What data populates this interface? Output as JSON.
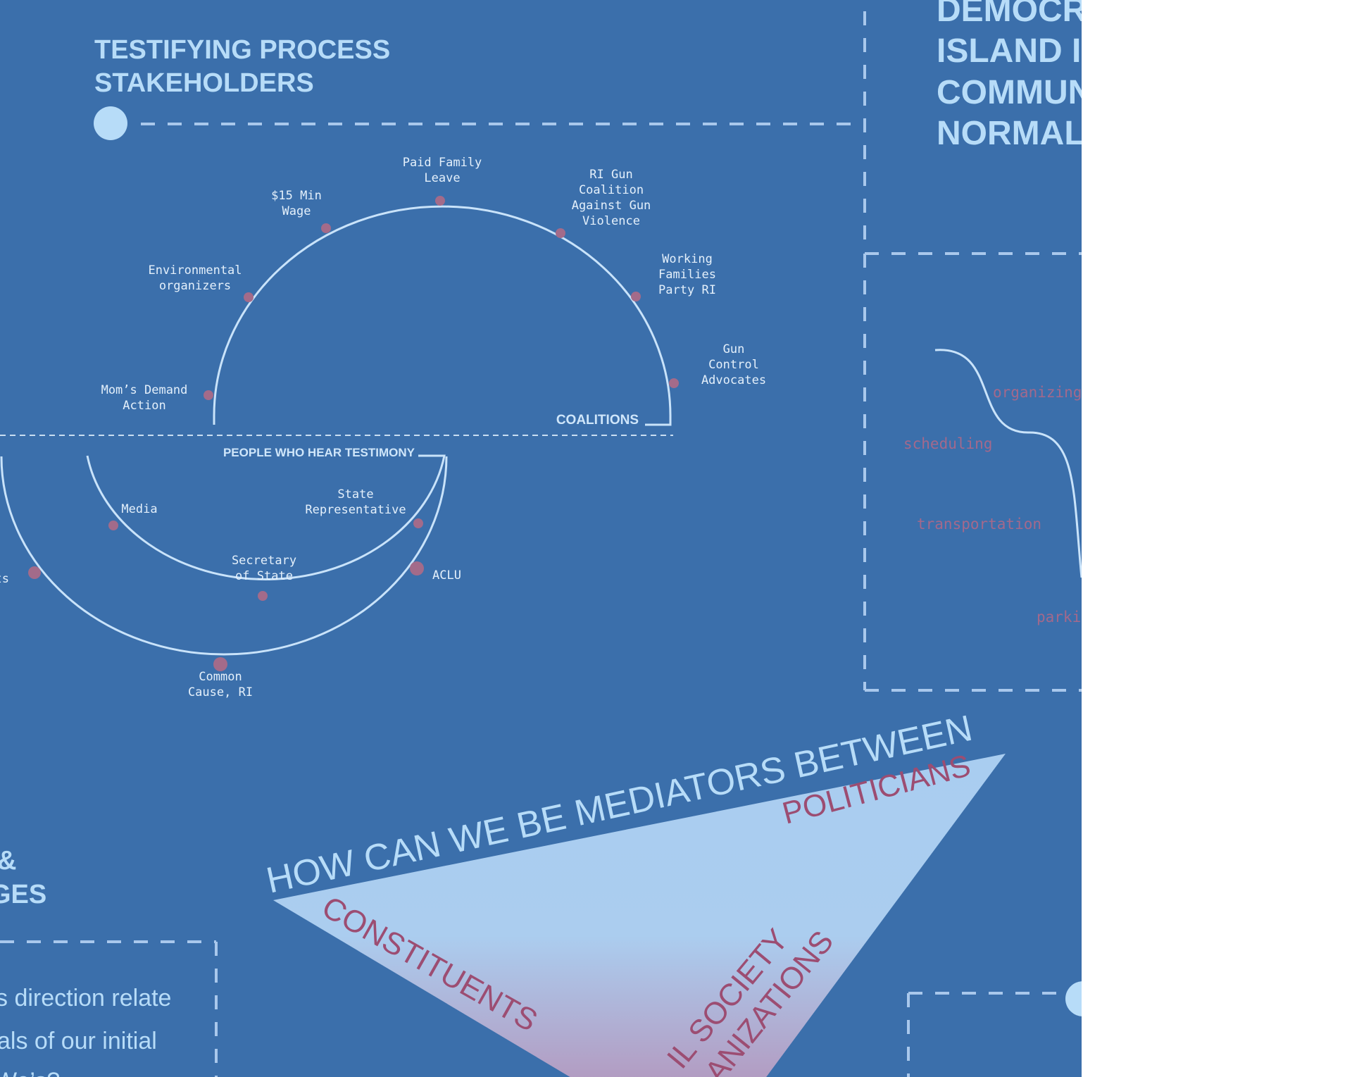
{
  "colors": {
    "background": "#3b6fab",
    "light": "#b7dcf8",
    "node": "#a36b8a",
    "accent_text": "#9c4d72",
    "white": "#ffffff"
  },
  "title": [
    "TESTIFYING PROCESS",
    "STAKEHOLDERS"
  ],
  "right_title": [
    "DEMOCR",
    "ISLAND I",
    "COMMUN",
    "NORMAL"
  ],
  "coalitions": {
    "label": "COALITIONS",
    "members": [
      {
        "name": "Mom’s Demand Action",
        "lines": [
          "Mom’s Demand",
          "Action"
        ]
      },
      {
        "name": "Environmental organizers",
        "lines": [
          "Environmental",
          "organizers"
        ]
      },
      {
        "name": "$15 Min Wage",
        "lines": [
          "$15 Min",
          "Wage"
        ]
      },
      {
        "name": "Paid Family Leave",
        "lines": [
          "Paid Family",
          "Leave"
        ]
      },
      {
        "name": "RI Gun Coalition Against Gun Violence",
        "lines": [
          "RI Gun",
          "Coalition",
          "Against Gun",
          "Violence"
        ]
      },
      {
        "name": "Working Families Party RI",
        "lines": [
          "Working",
          "Families",
          "Party RI"
        ]
      },
      {
        "name": "Gun Control Advocates",
        "lines": [
          "Gun",
          "Control",
          "Advocates"
        ]
      }
    ]
  },
  "hearers": {
    "label": "PEOPLE WHO HEAR TESTIMONY",
    "members": [
      {
        "name": "Media",
        "lines": [
          "Media"
        ]
      },
      {
        "name": "Secretary of State",
        "lines": [
          "Secretary",
          "of State"
        ]
      },
      {
        "name": "State Representative",
        "lines": [
          "State",
          "Representative"
        ]
      }
    ]
  },
  "outer_ring": {
    "members": [
      {
        "name": "nts",
        "lines": [
          "nts"
        ]
      },
      {
        "name": "Common Cause, RI",
        "lines": [
          "Common",
          "Cause, RI"
        ]
      },
      {
        "name": "ACLU",
        "lines": [
          "ACLU"
        ]
      }
    ]
  },
  "logistics": [
    "organizing",
    "scheduling",
    "transportation",
    "parki"
  ],
  "mediators": {
    "question": "HOW CAN WE BE MEDIATORS BETWEEN",
    "politicians": "POLITICIANS",
    "constituents": "CONSTITUENTS",
    "civil_society": [
      "IL SOCIETY",
      "ANIZATIONS"
    ]
  },
  "left_heading": [
    "&",
    "GES"
  ],
  "left_body": [
    "s direction relate",
    "als of our initial",
    "We’s?"
  ]
}
